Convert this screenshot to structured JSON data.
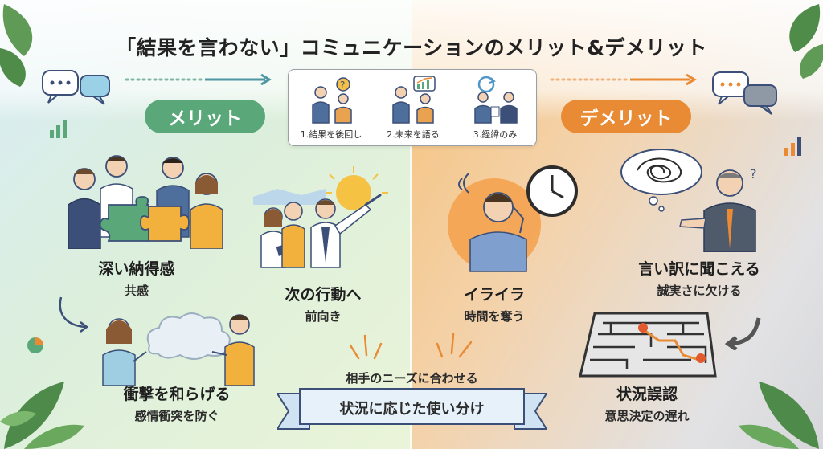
{
  "title": "「結果を言わない」コミュニケーションのメリット&デメリット",
  "merit_label": "メリット",
  "demerit_label": "デメリット",
  "center_items": [
    {
      "label": "1.結果を後回し",
      "icon": "question-conversation-icon"
    },
    {
      "label": "2.未来を語る",
      "icon": "growth-chart-conversation-icon"
    },
    {
      "label": "3.経緯のみ",
      "icon": "process-cycle-conversation-icon"
    }
  ],
  "merits": [
    {
      "main": "深い納得感",
      "sub": "共感",
      "icon": "puzzle-team-icon"
    },
    {
      "main": "次の行動へ",
      "sub": "前向き",
      "icon": "pointing-sunrise-icon"
    },
    {
      "main": "衝撃を和らげる",
      "sub": "感情衝突を防ぐ",
      "icon": "cloud-conversation-icon"
    }
  ],
  "demerits": [
    {
      "main": "イライラ",
      "sub": "時間を奪う",
      "icon": "clock-frustration-icon"
    },
    {
      "main": "言い訳に聞こえる",
      "sub": "誠実さに欠ける",
      "icon": "tangled-thought-icon"
    },
    {
      "main": "状況誤認",
      "sub": "意思決定の遅れ",
      "icon": "maze-icon"
    }
  ],
  "banner": {
    "top": "相手のニーズに合わせる",
    "main": "状況に応じた使い分け"
  },
  "colors": {
    "merit": "#5aa779",
    "demerit": "#e98a34",
    "navy": "#3b4f78"
  }
}
